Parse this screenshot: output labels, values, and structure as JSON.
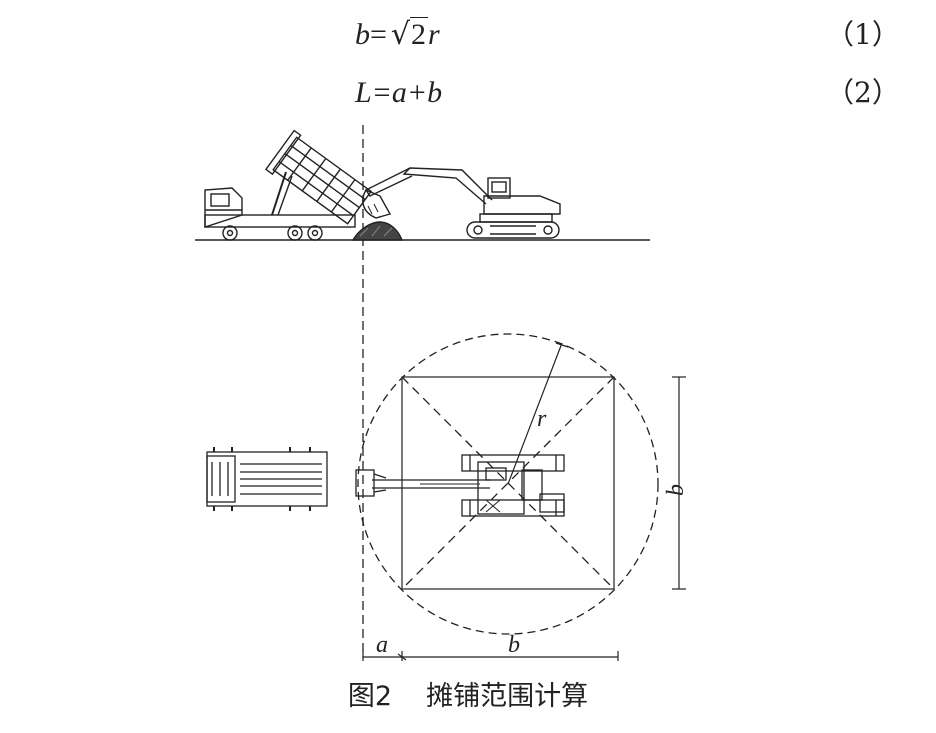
{
  "equations": [
    {
      "lhs": "b",
      "op": "=",
      "radicand": "2",
      "rhs": "r",
      "number": "（1）"
    },
    {
      "text": "L=a+b",
      "number": "（2）"
    }
  ],
  "diagram": {
    "label_r": "r",
    "label_a": "a",
    "label_b_bottom": "b",
    "label_b_side": "b"
  },
  "caption": {
    "figure_number": "图2",
    "title": "摊铺范围计算"
  }
}
